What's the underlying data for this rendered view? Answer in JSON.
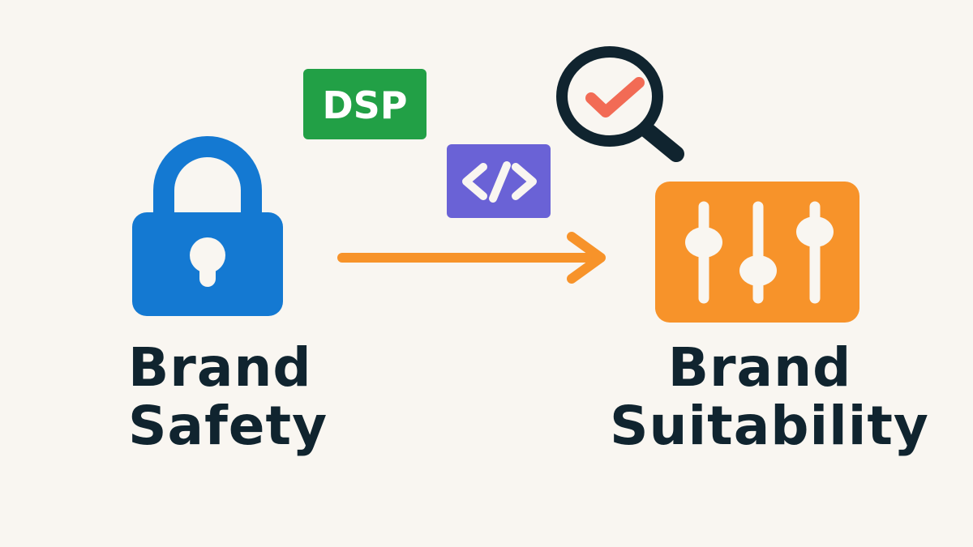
{
  "badges": {
    "dsp": "DSP",
    "code": "</>"
  },
  "left": {
    "line1": "Brand",
    "line2": "Safety",
    "icon": "lock-icon"
  },
  "right": {
    "line1": "Brand",
    "line2": "Suitability",
    "icon": "sliders-icon"
  },
  "colors": {
    "background": "#f9f6f1",
    "lock": "#1479d2",
    "dsp": "#22a046",
    "code": "#6a62d6",
    "magnifier": "#10242f",
    "check": "#f26b55",
    "arrow": "#f7932a",
    "sliders": "#f7932a",
    "text": "#10242f"
  }
}
